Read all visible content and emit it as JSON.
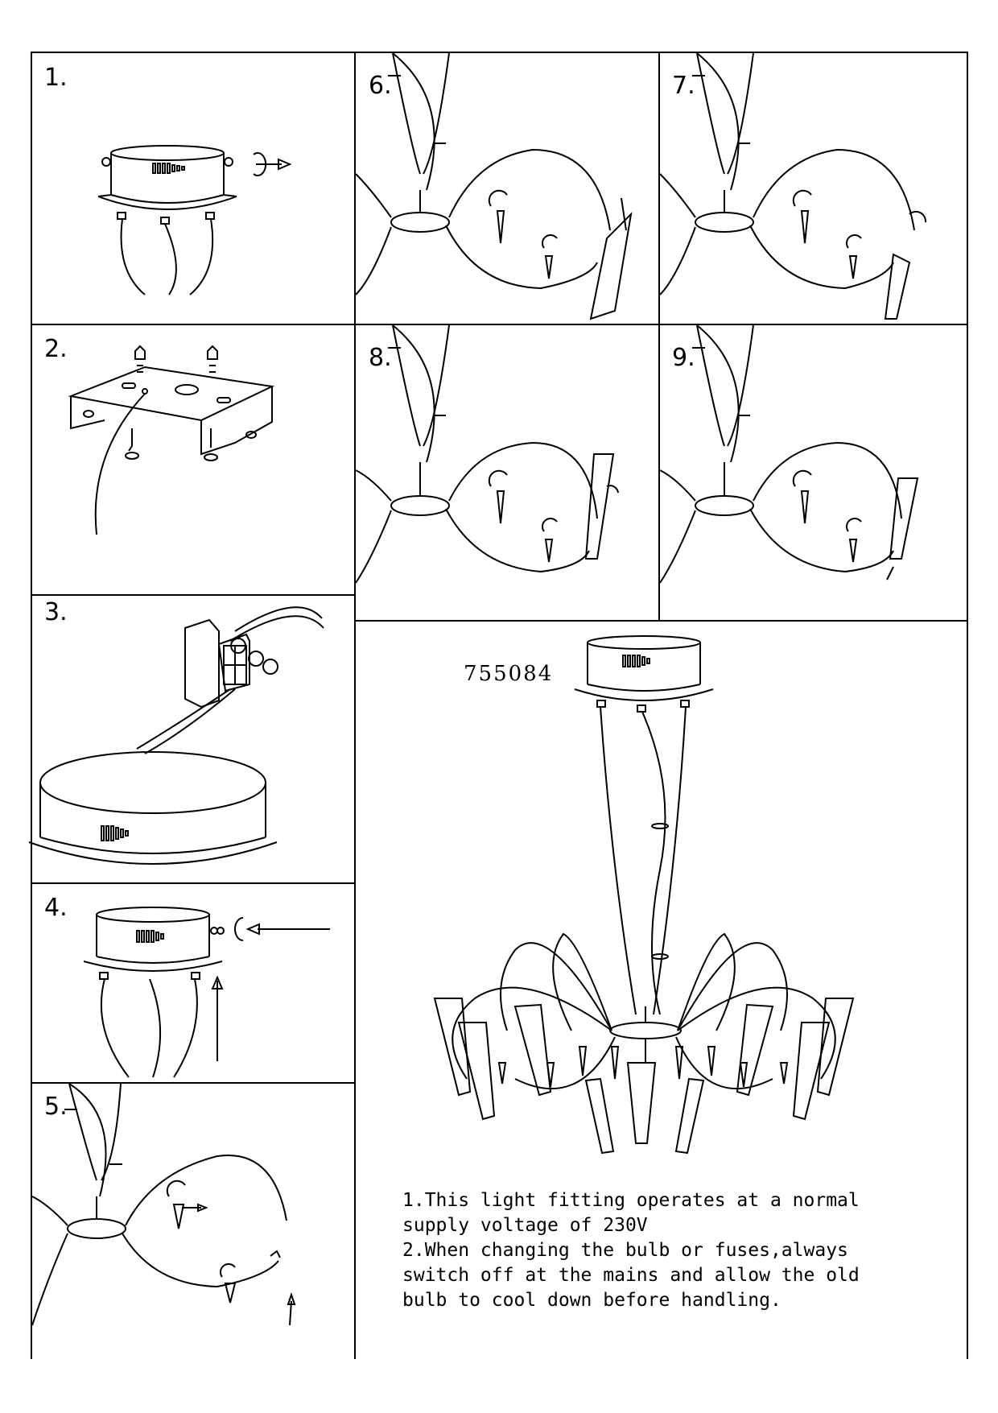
{
  "steps": {
    "s1": "1.",
    "s2": "2.",
    "s3": "3.",
    "s4": "4.",
    "s5": "5.",
    "s6": "6.",
    "s7": "7.",
    "s8": "8.",
    "s9": "9."
  },
  "model_number": "755084",
  "notes": {
    "line1": "1.This light fitting operates at a normal",
    "line2": "supply voltage of 230V",
    "line3": "2.When changing the bulb or fuses,always",
    "line4": "switch off at the mains and allow the old",
    "line5": "bulb to cool down before handling."
  }
}
